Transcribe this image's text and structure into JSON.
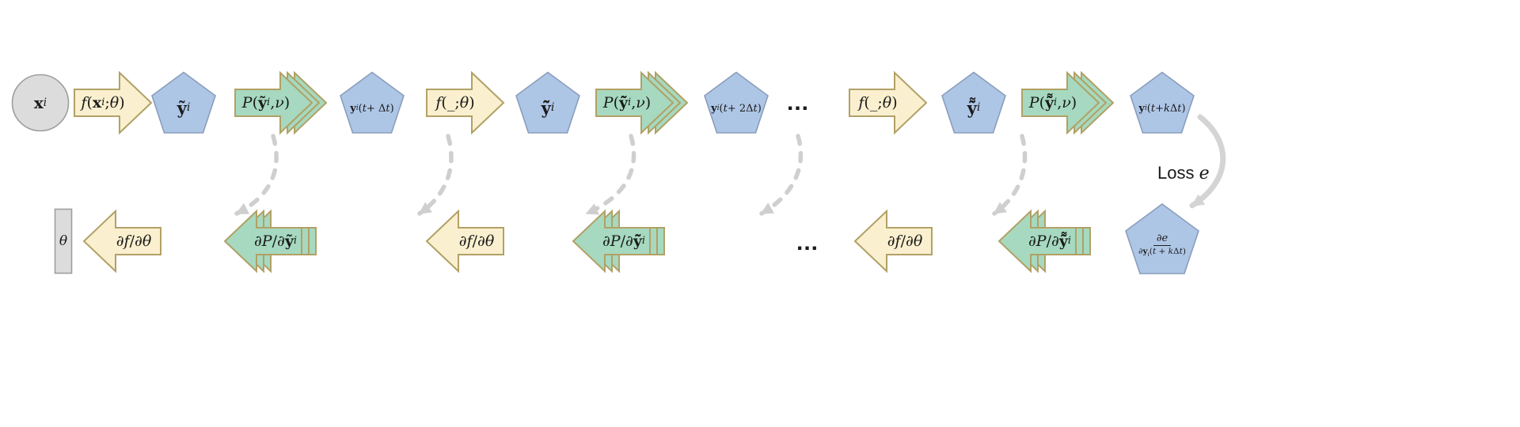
{
  "colors": {
    "yellow_fill": "#faf0cf",
    "yellow_stroke": "#b1a166",
    "green_fill": "#a6d9bf",
    "green_stroke": "#b1a166",
    "blue_fill": "#aec6e6",
    "blue_stroke": "#8a9dbb",
    "gray_fill": "#dcdcdc",
    "gray_stroke": "#9e9e9e",
    "dashed_arrow": "#cfcfcf",
    "loss_arrow": "#d4d4d4"
  },
  "top_row": {
    "input_label": "<b>x</b><sub><i>i</i></sub>",
    "f1_label": "<i>f</i>(<b>x</b><sub><i>i</i></sub>; <i>θ</i>)",
    "ytilde1_label": "<b>ỹ</b><sub><i>i</i></sub>",
    "p1_label": "<i>P</i>(<b>ỹ</b><sub><i>i</i></sub>, <i>ν</i>)",
    "y1_label": "<b>y</b><sub><i>i</i></sub>(<i>t</i> + Δ<i>t</i>)",
    "f2_label": "<i>f</i>(_; <i>θ</i>)",
    "ytilde2_label": "<b>ỹ̃</b><sub><i>i</i></sub>",
    "p2_label": "<i>P</i>(<b>ỹ̃</b><sub><i>i</i></sub>, <i>ν</i>)",
    "y2_label": "<b>y</b><sub><i>i</i></sub>(<i>t</i> + 2Δ<i>t</i>)",
    "ellipsis": "...",
    "f3_label": "<i>f</i>(_; <i>θ</i>)",
    "ytilde3_label": "<b>ỹ̃̃</b><sub><i>i</i></sub>",
    "p3_label": "<i>P</i>(<b>ỹ̃̃</b><sub><i>i</i></sub>, <i>ν</i>)",
    "y3_label": "<b>y</b><sub><i>i</i></sub>(<i>t</i> + <i>k</i>Δ<i>t</i>)"
  },
  "loss": {
    "label": "Loss <i>e</i>"
  },
  "bottom_row": {
    "theta_label": "<i>θ</i>",
    "df1_label": "∂<i>f</i>/∂<i>θ</i>",
    "dp1_label": "∂<i>P</i>/∂<b>ỹ</b><sub><i>i</i></sub>",
    "df2_label": "∂<i>f</i>/∂<i>θ</i>",
    "dp2_label": "∂<i>P</i>/∂<b>ỹ̃</b><sub><i>i</i></sub>",
    "ellipsis": "...",
    "df3_label": "∂<i>f</i>/∂<i>θ</i>",
    "dp3_label": "∂<i>P</i>/∂<b>ỹ̃̃</b><sub><i>i</i></sub>",
    "grad_numerator": "∂<i>e</i>",
    "grad_denominator": "∂<b>y</b><sub><i>i</i></sub>(<i>t</i> + <i>k</i>Δ<i>t</i>)"
  }
}
